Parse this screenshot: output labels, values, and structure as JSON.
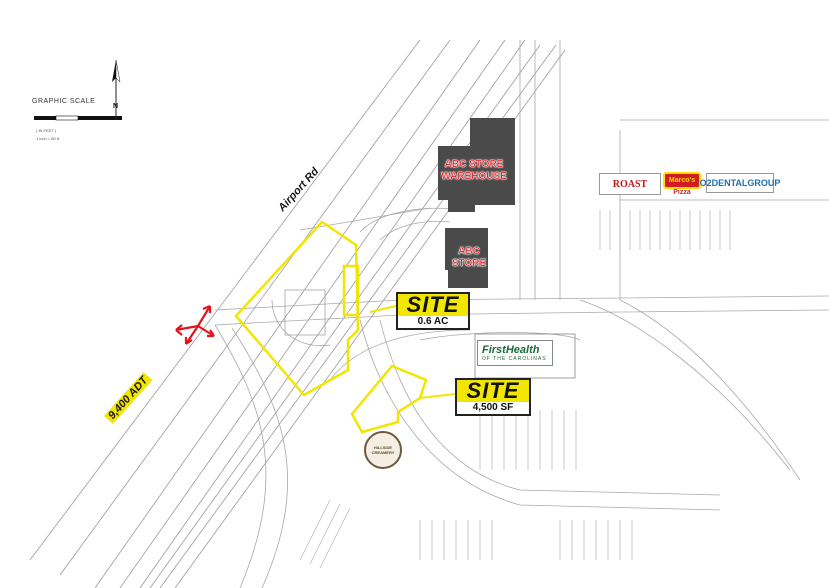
{
  "scale": {
    "title": "GRAPHIC SCALE",
    "sub1": "( IN FEET )",
    "sub2": "1 inch = 80 ft."
  },
  "north": {
    "letter": "N"
  },
  "roads": {
    "airport_rd": "Airport Rd",
    "adt": "9,400 ADT"
  },
  "stores": {
    "warehouse": "ABC STORE WAREHOUSE",
    "abc": "ABC STORE"
  },
  "sites": [
    {
      "word": "SITE",
      "size": "0.6 AC"
    },
    {
      "word": "SITE",
      "size": "4,500 SF"
    }
  ],
  "logos": {
    "roast": "ROAST",
    "marcos_badge": "Marco's",
    "marcos_text": "Pizza",
    "dental": "O2DENTALGROUP",
    "firsthealth_1": "FirstHealth",
    "firsthealth_2": "OF THE CAROLINAS",
    "creamery_1": "HILLSIDE",
    "creamery_2": "CREAMERY"
  },
  "colors": {
    "site_outline": "#f2e600",
    "building": "#4a4a4a",
    "store_text": "#e8141b",
    "access_arrows": "#e8141b",
    "linework": "#9a9a9a"
  }
}
